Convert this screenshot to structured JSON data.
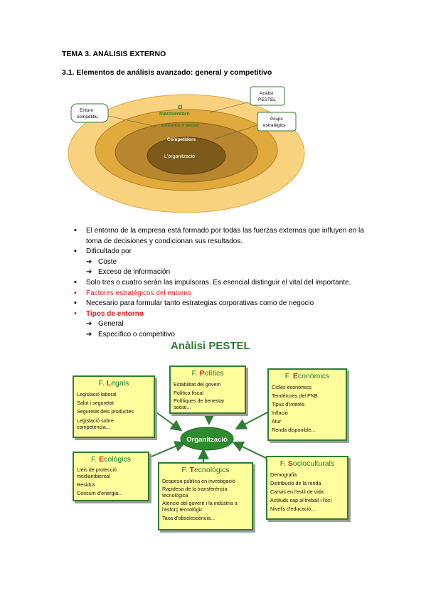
{
  "heading": "TEMA 3. ANÁLISIS EXTERNO",
  "subheading": "3.1. Elementos de análisis avanzado: general y competitivo",
  "diagram1": {
    "rings": [
      "El macroentorn",
      "Indústria o sector",
      "Competidors",
      "L'organització"
    ],
    "callouts": {
      "competitive": [
        "Entorn",
        "competitiu"
      ],
      "pestel": [
        "Anàlisi",
        "PESTEL"
      ],
      "groups": [
        "Grups",
        "estratègics"
      ]
    }
  },
  "bullets": [
    {
      "level": 1,
      "text": "El entorno de la empresa está formado por todas las fuerzas externas que influyen en la toma de decisiones y condicionan sus resultados."
    },
    {
      "level": 1,
      "text": "Dificultado por"
    },
    {
      "level": 2,
      "text": "Coste"
    },
    {
      "level": 2,
      "text": "Exceso de información"
    },
    {
      "level": 1,
      "text": "Solo tres o cuatro serán las impulsoras. Es esencial distinguir el vital del importante."
    },
    {
      "level": 0,
      "text": "Factores estratégicos del entorno",
      "color": "red"
    },
    {
      "level": 1,
      "text": "Necesario para formular tanto estrategias corporativas como de negocio"
    },
    {
      "level": 1,
      "text": "Tipos de entorno",
      "color": "red",
      "bold": true
    },
    {
      "level": 2,
      "text": "General"
    },
    {
      "level": 2,
      "text": "Específico o competitivo"
    }
  ],
  "pestel": {
    "title": "Anàlisi PESTEL",
    "center": "Organització",
    "boxes": {
      "legals": {
        "prefix": "F. ",
        "first": "L",
        "rest": "egals",
        "items": [
          "Legislació laboral",
          "Salut i seguretat",
          "Seguretat dels productes",
          "Legislació sobre competència..."
        ]
      },
      "politics": {
        "prefix": "F. ",
        "first": "P",
        "rest": "olítics",
        "items": [
          "Estabilitat del govern",
          "Política fiscal",
          "Polítiques de benestar social..."
        ]
      },
      "economics": {
        "prefix": "F. ",
        "first": "E",
        "rest": "conòmics",
        "items": [
          "Cicles econòmics",
          "Tendències del PNB",
          "Tipus d'interès",
          "Inflació",
          "Atur",
          "Renda disponible..."
        ]
      },
      "ecologics": {
        "prefix": "F. ",
        "first": "E",
        "rest": "cològics",
        "items": [
          "Lleis de protecció mediambiental",
          "Residus",
          "Consum d'energia..."
        ]
      },
      "tecnologics": {
        "prefix": "F. ",
        "first": "T",
        "rest": "ecnològics",
        "items": [
          "Despesa pública en investigació",
          "Rapidesa de la transferència tecnològica",
          "Atenció del govern i la indústria a l'esforç tecnològic",
          "Taxa d'obsolescència..."
        ]
      },
      "socioculturals": {
        "prefix": "F. ",
        "first": "S",
        "rest": "ocioculturals",
        "items": [
          "Demografia",
          "Distribució de la renda",
          "Canvis en l'estil de vida",
          "Actituds cap al treball i l'oci",
          "Nivells d'educació..."
        ]
      }
    }
  }
}
